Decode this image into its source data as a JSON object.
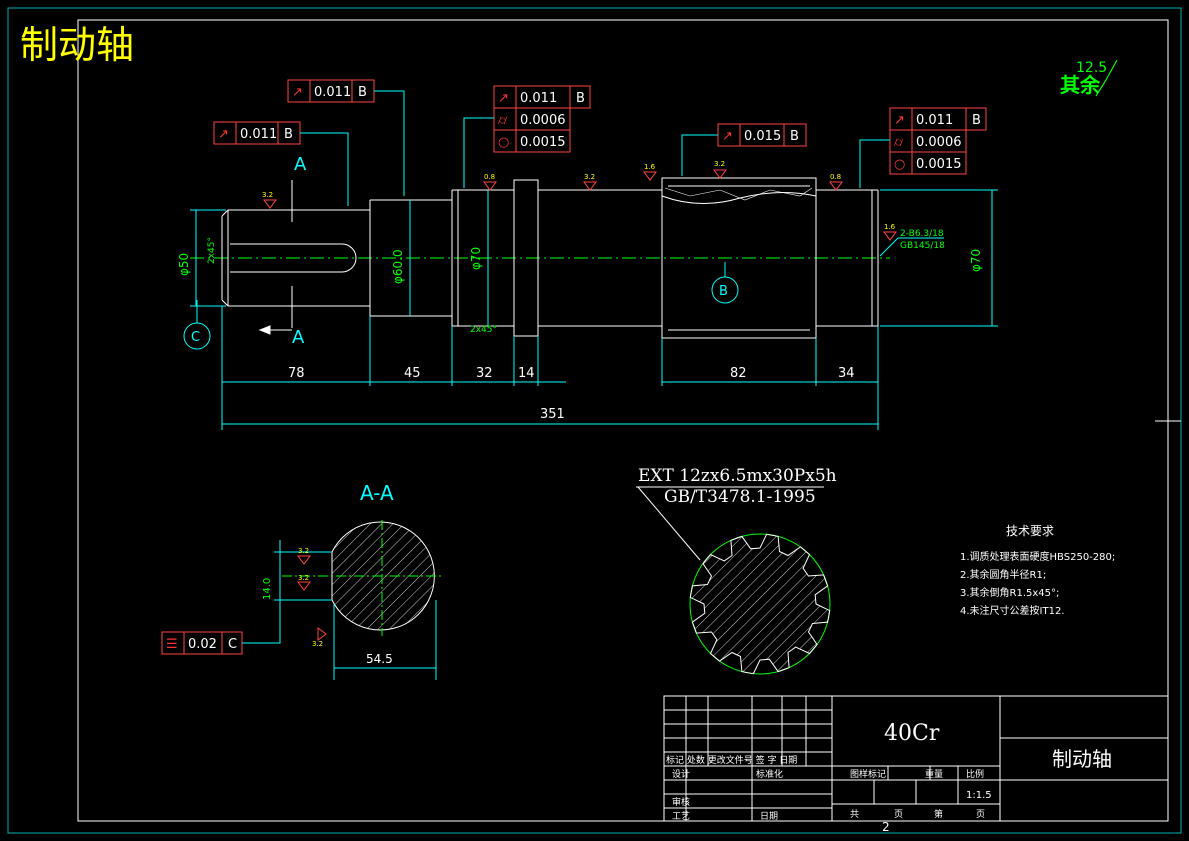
{
  "title": "制动轴",
  "roughness_default": {
    "value": "12.5",
    "label": "其余"
  },
  "section_labels": {
    "A": "A",
    "AA": "A-A",
    "B": "B",
    "C": "C"
  },
  "tolerance_frames": {
    "f1": {
      "symbol": "↗",
      "value": "0.011",
      "datum": "B"
    },
    "f2": {
      "symbol": "↗",
      "value": "0.011",
      "datum": "B"
    },
    "f3": [
      {
        "symbol": "↗",
        "value": "0.011",
        "datum": "B"
      },
      {
        "symbol": "⌭",
        "value": "0.0006",
        "datum": ""
      },
      {
        "symbol": "○",
        "value": "0.0015",
        "datum": ""
      }
    ],
    "f4": {
      "symbol": "↗",
      "value": "0.015",
      "datum": "B"
    },
    "f5": [
      {
        "symbol": "↗",
        "value": "0.011",
        "datum": "B"
      },
      {
        "symbol": "⌭",
        "value": "0.0006",
        "datum": ""
      },
      {
        "symbol": "○",
        "value": "0.0015",
        "datum": ""
      }
    ],
    "f6": {
      "symbol": "☰",
      "value": "0.02",
      "datum": "C"
    }
  },
  "dimensions": {
    "d78": "78",
    "d45": "45",
    "d32": "32",
    "d14": "14",
    "d82": "82",
    "d34": "34",
    "d351": "351",
    "dia50": "φ50",
    "dia60": "φ60.0",
    "dia70a": "φ70",
    "dia70b": "φ70",
    "chamfer1": "2x45°",
    "chamfer2": "2x45°",
    "key_depth": "14.0",
    "key_width": "54.5",
    "center_hole": "2-B6.3/18",
    "center_std": "GB145/18"
  },
  "roughness_marks": [
    "3.2",
    "0.8",
    "3.2",
    "1.6",
    "3.2",
    "0.8",
    "1.6",
    "3.2",
    "3.2",
    "3.2"
  ],
  "spline_spec": {
    "line1": "EXT 12zx6.5mx30Px5h",
    "line2": "GB/T3478.1-1995"
  },
  "tech_requirements": {
    "title": "技术要求",
    "items": [
      "1.调质处理表面硬度HBS250-280;",
      "2.其余圆角半径R1;",
      "3.其余倒角R1.5x45°;",
      "4.未注尺寸公差按IT12."
    ]
  },
  "title_block": {
    "material": "40Cr",
    "part_name": "制动轴",
    "scale": "1:1.5",
    "sheet_number": "2",
    "labels": {
      "row1": "标记 处数 更改文件号 签 字 日期",
      "design": "设计",
      "std": "标准化",
      "review": "审核",
      "process": "工艺",
      "date": "日期",
      "stage": "图样标记",
      "weight": "重量",
      "ratio": "比例",
      "total": "共",
      "page1": "页",
      "sheet": "第",
      "page2": "页"
    }
  }
}
